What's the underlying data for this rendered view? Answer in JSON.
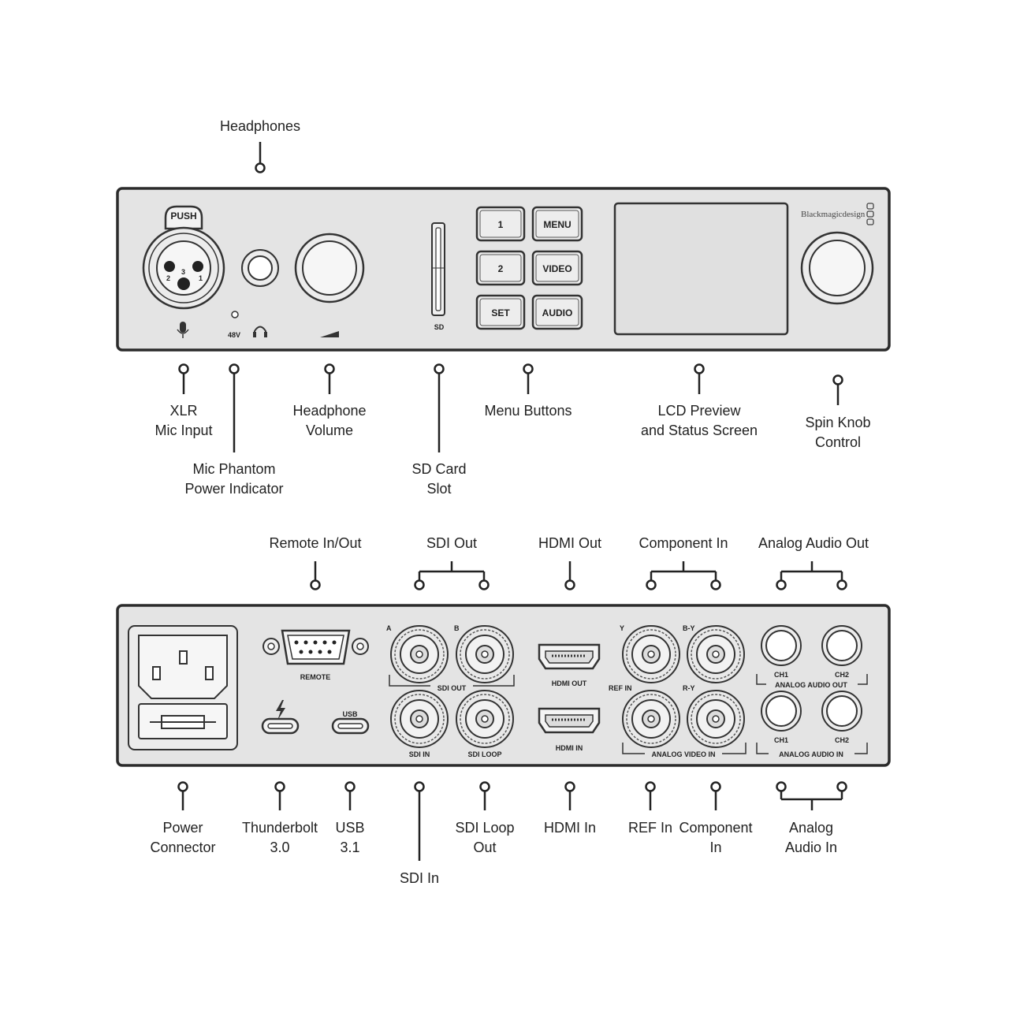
{
  "front_panel": {
    "push_label": "PUSH",
    "xlr_pins": [
      "2",
      "3",
      "1"
    ],
    "phantom_label": "48V",
    "sd_label": "SD",
    "buttons": [
      {
        "label": "1"
      },
      {
        "label": "MENU"
      },
      {
        "label": "2"
      },
      {
        "label": "VIDEO"
      },
      {
        "label": "SET"
      },
      {
        "label": "AUDIO"
      }
    ],
    "brand": "Blackmagicdesign",
    "callouts": {
      "headphones": "Headphones",
      "xlr_line1": "XLR",
      "xlr_line2": "Mic Input",
      "phantom_line1": "Mic Phantom",
      "phantom_line2": "Power Indicator",
      "hp_volume_line1": "Headphone",
      "hp_volume_line2": "Volume",
      "sd_line1": "SD Card",
      "sd_line2": "Slot",
      "menu_buttons": "Menu Buttons",
      "lcd_line1": "LCD Preview",
      "lcd_line2": "and Status Screen",
      "knob_line1": "Spin Knob",
      "knob_line2": "Control"
    }
  },
  "rear_panel": {
    "labels": {
      "remote": "REMOTE",
      "usb": "USB",
      "sdi_a": "A",
      "sdi_b": "B",
      "sdi_out": "SDI OUT",
      "sdi_in": "SDI IN",
      "sdi_loop": "SDI LOOP",
      "hdmi_out": "HDMI OUT",
      "hdmi_in": "HDMI IN",
      "y": "Y",
      "by": "B-Y",
      "ref_in": "REF IN",
      "ry": "R-Y",
      "analog_video_in": "ANALOG VIDEO IN",
      "ch1": "CH1",
      "ch2": "CH2",
      "analog_audio_out": "ANALOG AUDIO OUT",
      "analog_audio_in": "ANALOG AUDIO IN"
    },
    "callouts": {
      "remote": "Remote In/Out",
      "sdi_out": "SDI Out",
      "hdmi_out": "HDMI Out",
      "component_in_top": "Component In",
      "analog_audio_out": "Analog Audio Out",
      "power_line1": "Power",
      "power_line2": "Connector",
      "thunderbolt_line1": "Thunderbolt",
      "thunderbolt_line2": "3.0",
      "usb_line1": "USB",
      "usb_line2": "3.1",
      "sdi_in": "SDI In",
      "sdi_loop_line1": "SDI Loop",
      "sdi_loop_line2": "Out",
      "hdmi_in": "HDMI In",
      "ref_in": "REF In",
      "component_in_line1": "Component",
      "component_in_line2": "In",
      "analog_audio_in_line1": "Analog",
      "analog_audio_in_line2": "Audio In"
    }
  },
  "colors": {
    "panel_fill": "#e4e4e4",
    "panel_stroke": "#2b2b2b",
    "line": "#222222",
    "background": "#ffffff"
  }
}
